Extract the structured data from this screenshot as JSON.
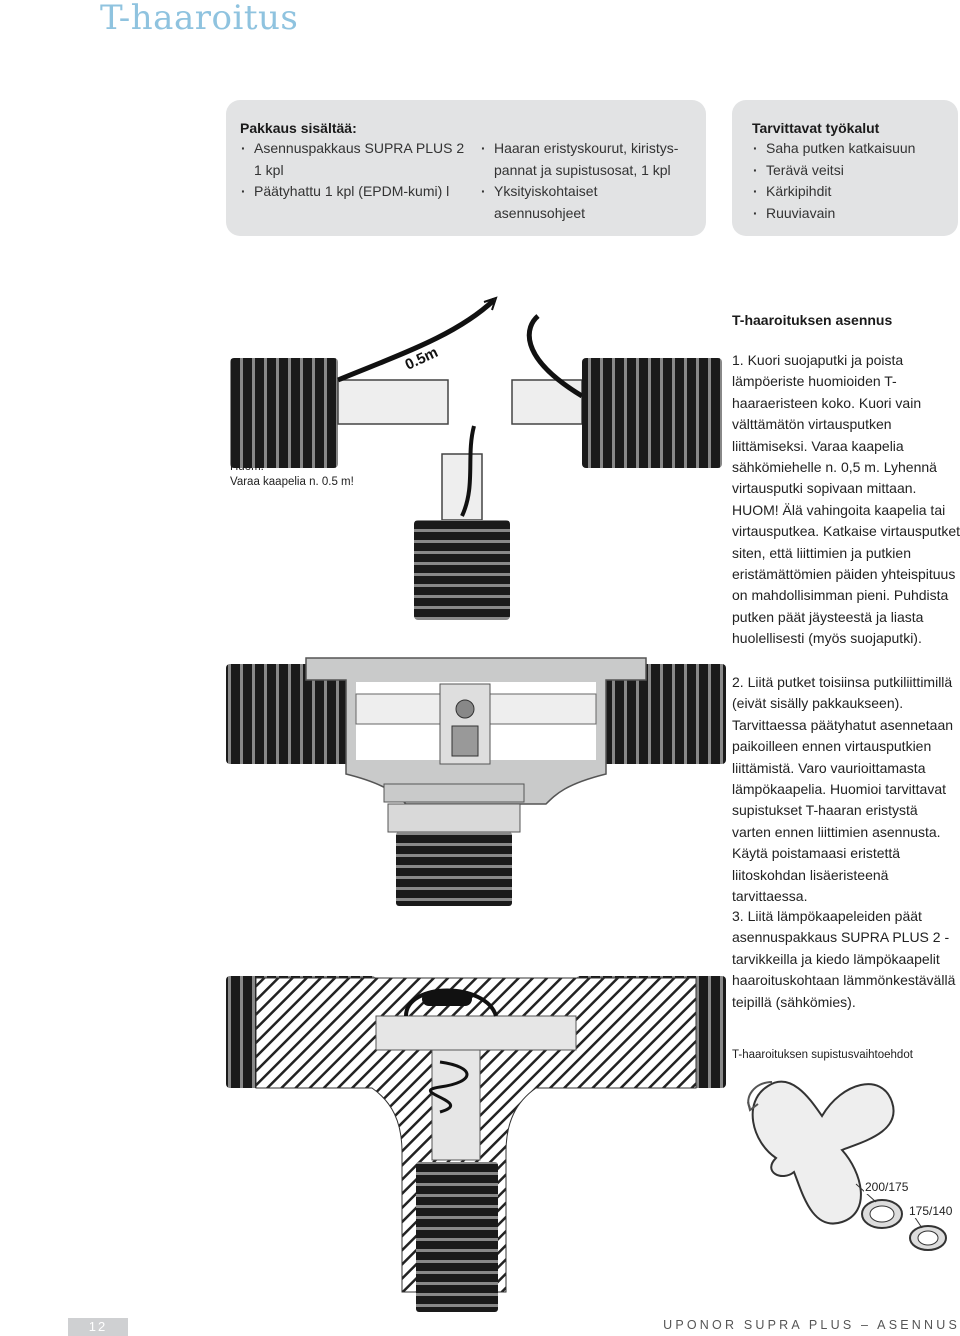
{
  "page_title": "T-haaroitus",
  "contents_box": {
    "heading": "Pakkaus sisältää:",
    "col1": [
      "Asennuspakkaus SUPRA PLUS 2 1 kpl",
      "Päätyhattu 1 kpl (EPDM-kumi) l"
    ],
    "col2": [
      "Haaran eristyskourut, kiristys-pannat ja supistusosat, 1 kpl",
      "Yksityiskohtaiset asennusohjeet"
    ]
  },
  "tools_box": {
    "heading": "Tarvittavat työkalut",
    "items": [
      "Saha putken katkaisuun",
      "Terävä veitsi",
      "Kärkipihdit",
      "Ruuviavain"
    ]
  },
  "section_title": "T-haaroituksen asennus",
  "steps": [
    "1. Kuori suojaputki ja poista lämpöeriste huomioiden T-haaraeristeen koko. Kuori vain välttämätön virtausputken liittämiseksi. Varaa kaapelia sähkömiehelle n. 0,5 m. Lyhennä virtausputki sopivaan mittaan. HUOM! Älä vahingoita kaapelia tai virtausputkea. Katkaise virtausputket siten, että liittimien ja putkien eristämättömien päiden yhteispituus on mahdollisimman pieni. Puhdista putken päät jäysteestä ja liasta huolellisesti (myös suojaputki).",
    "2. Liitä putket toisiinsa putkiliittimillä (eivät sisälly pakkaukseen). Tarvittaessa päätyhatut asennetaan paikoilleen ennen virtausputkien liittämistä. Varo vaurioittamasta lämpökaapelia. Huomioi tarvittavat supistukset T-haaran eristystä varten ennen liittimien asennusta. Käytä poistamaasi eristettä liitoskohdan lisäeristeenä tarvittaessa.",
    "3. Liitä lämpökaapeleiden päät asennuspakkaus SUPRA PLUS 2 -tarvikkeilla ja kiedo lämpökaapelit haaroituskohtaan lämmönkestävällä teipillä (sähkömies)."
  ],
  "note": {
    "line1": "Huom.",
    "line2": "Varaa kaapelia n. 0.5 m!"
  },
  "figure1_label": "0.5m",
  "caption": "T-haaroituksen supistusvaihtoehdot",
  "reducer_labels": [
    "200/175",
    "175/140"
  ],
  "page_number": "12",
  "footer": "UPONOR SUPRA PLUS – ASENNUS"
}
